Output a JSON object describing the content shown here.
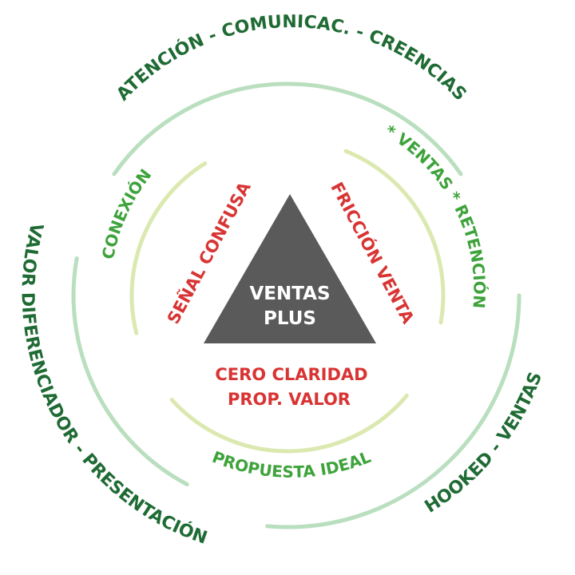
{
  "colors": {
    "dark_green": "#1f6b34",
    "mid_green": "#3ea33b",
    "red": "#d93434",
    "triangle": "#5a5a5a",
    "ring_outer": "#b9dfbf",
    "ring_inner": "#dbe9b0",
    "center_text": "#ffffff"
  },
  "center": {
    "line1": "VENTAS",
    "line2": "PLUS"
  },
  "red_labels": {
    "left": "SEÑAL CONFUSA",
    "right": "FRICCIÓN VENTA",
    "bottom_line1": "CERO CLARIDAD",
    "bottom_line2": "PROP. VALOR"
  },
  "inner_ring": {
    "left": "CONEXIÓN",
    "right": "* VENTAS * RETENCIÓN",
    "bottom": "PROPUESTA IDEAL"
  },
  "outer_ring": {
    "top": "ATENCIÓN  -  COMUNICAC.  -  CREENCIAS",
    "left": "VALOR DIFERENCIADOR  -  PRESENTACIÓN",
    "right": "HOOKED  -  VENTAS"
  }
}
